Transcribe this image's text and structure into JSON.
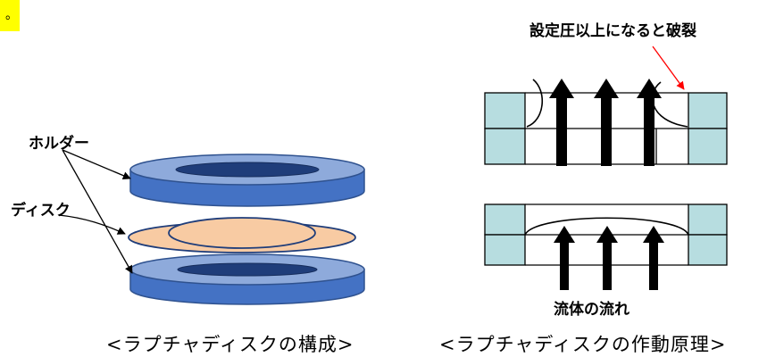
{
  "corner_note": "。",
  "left_diagram": {
    "holder_label": "ホルダー",
    "disc_label": "ディスク",
    "caption": "<ラプチャディスクの構成>"
  },
  "right_diagram": {
    "burst_label": "設定圧以上になると破裂",
    "flow_label": "流体の流れ",
    "caption": "<ラプチャディスクの作動原理>"
  },
  "colors": {
    "holder_face": "#8eaadb",
    "holder_side": "#4472c4",
    "holder_hole": "#1f3d7a",
    "disc_fill": "#f8cba3",
    "flange_fill": "#b7dde0",
    "arrow_red": "#ff0000"
  }
}
